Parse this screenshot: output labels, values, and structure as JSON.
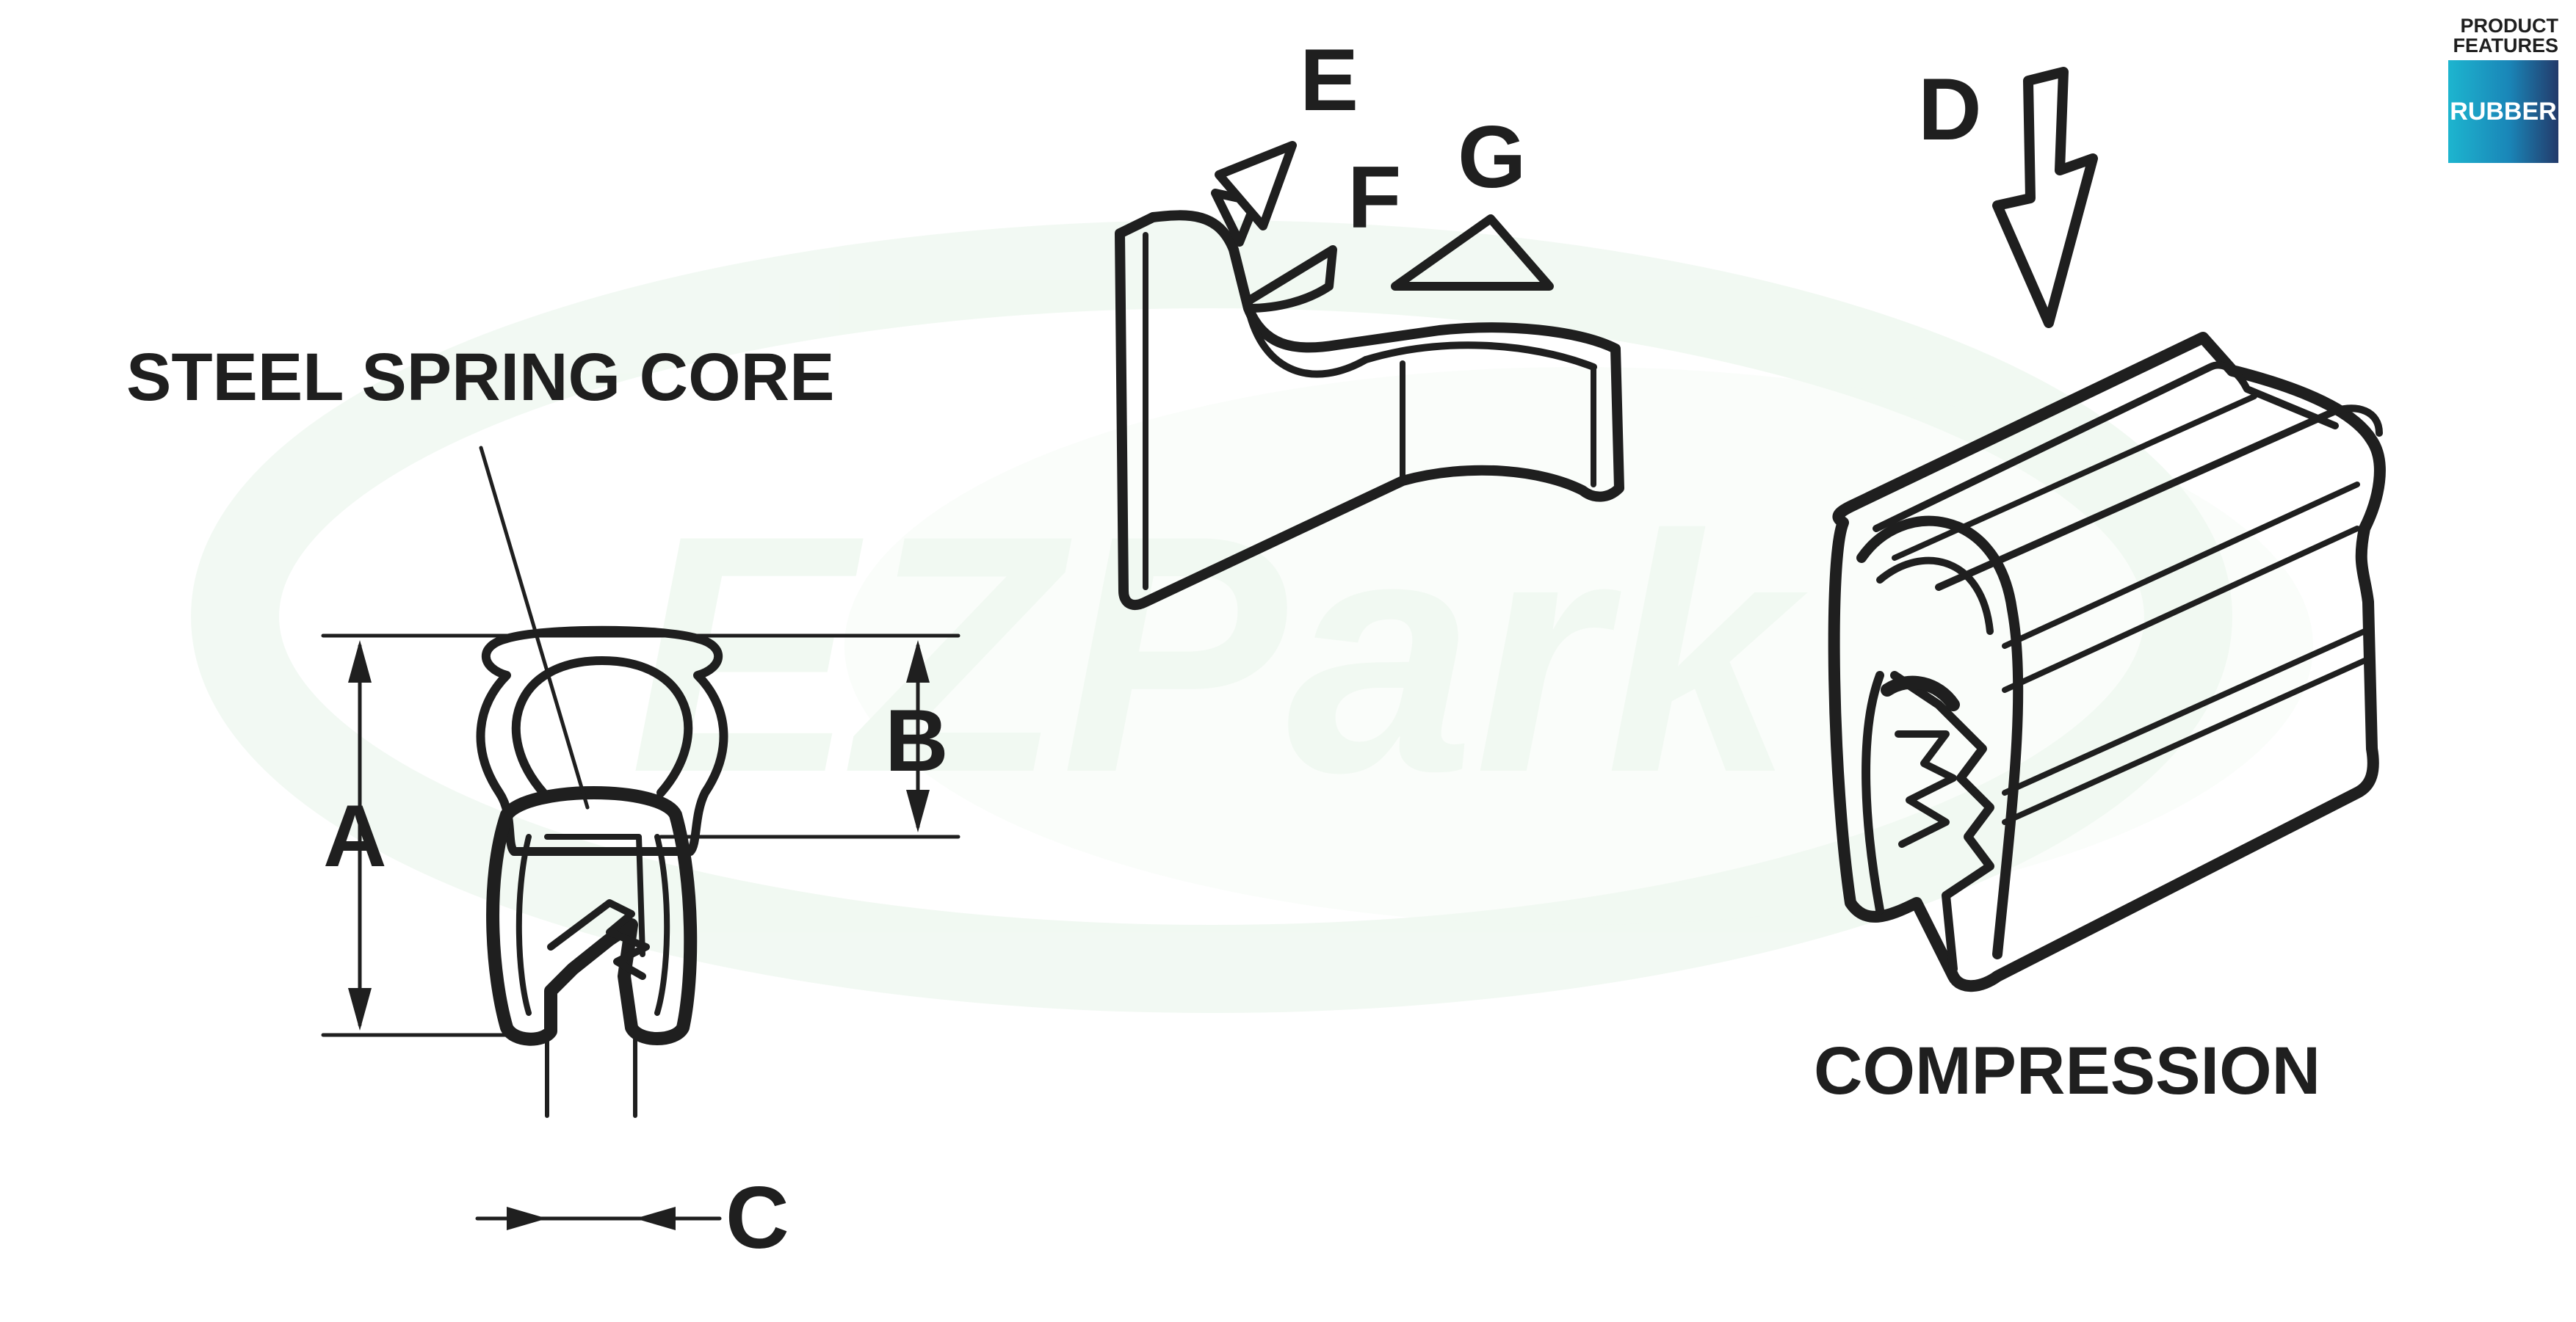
{
  "badge": {
    "title_line1": "PRODUCT",
    "title_line2": "FEATURES",
    "chip_label": "RUBBER",
    "chip_colors": [
      "#1db5cf",
      "#1a86b8",
      "#233a6a"
    ]
  },
  "labels": {
    "steel_spring_core": "STEEL SPRING CORE",
    "compression": "COMPRESSION",
    "dim_a": "A",
    "dim_b": "B",
    "dim_c": "C",
    "dim_d": "D",
    "dim_e": "E",
    "dim_f": "F",
    "dim_g": "G"
  },
  "watermark": {
    "text": "EZPark",
    "color": "#4caf50"
  },
  "colors": {
    "line": "#1f1f1f",
    "background": "#ffffff"
  }
}
